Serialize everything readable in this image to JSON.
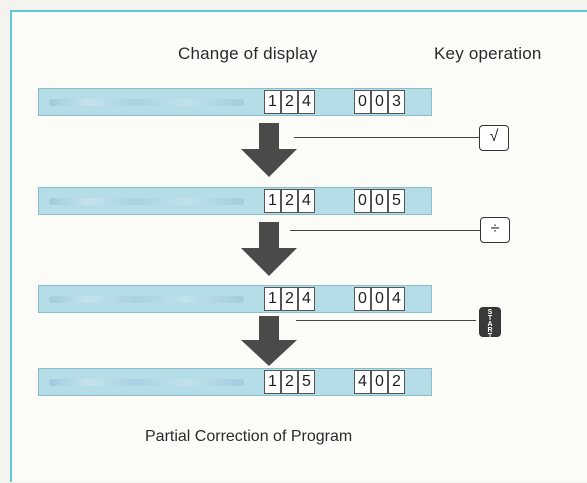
{
  "headers": {
    "change_of_display": "Change of display",
    "key_operation": "Key operation"
  },
  "rows": [
    {
      "left": [
        "1",
        "2",
        "4"
      ],
      "right": [
        "0",
        "0",
        "3"
      ]
    },
    {
      "left": [
        "1",
        "2",
        "4"
      ],
      "right": [
        "0",
        "0",
        "5"
      ]
    },
    {
      "left": [
        "1",
        "2",
        "4"
      ],
      "right": [
        "0",
        "0",
        "4"
      ]
    },
    {
      "left": [
        "1",
        "2",
        "5"
      ],
      "right": [
        "4",
        "0",
        "2"
      ]
    }
  ],
  "keys": [
    {
      "label": "√",
      "icon": "sqrt-key-icon"
    },
    {
      "label": "÷",
      "icon": "divide-key-icon"
    },
    {
      "label": "START",
      "icon": "start-key-icon"
    }
  ],
  "caption": "Partial Correction of Program",
  "colors": {
    "accent_frame": "#5fc9d6",
    "display_blue": "#b5dde8",
    "arrow_gray": "#4a4a4a"
  }
}
